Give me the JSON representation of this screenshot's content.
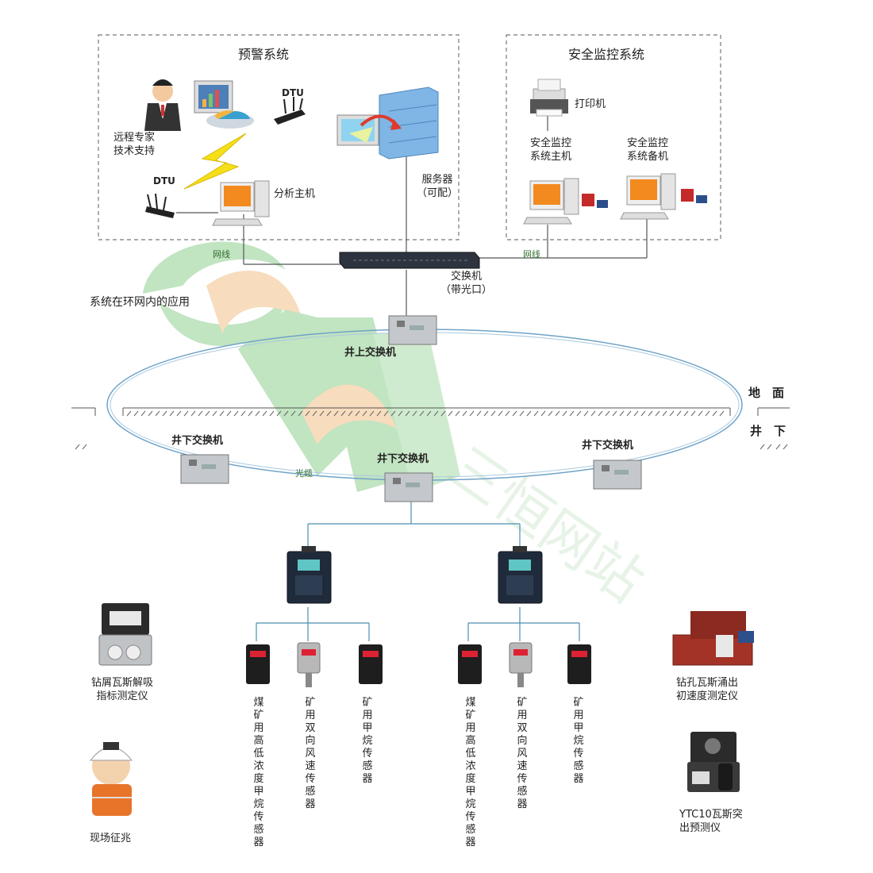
{
  "warning_system": {
    "title": "预警系统",
    "expert_label": "远程专家\n技术支持",
    "dtu_top": "DTU",
    "dtu_bottom": "DTU",
    "analysis_host": "分析主机",
    "server": "服务器\n（可配）"
  },
  "monitor_system": {
    "title": "安全监控系统",
    "printer": "打印机",
    "main_host": "安全监控\n系统主机",
    "backup_host": "安全监控\n系统备机"
  },
  "network": {
    "wire_left": "网线",
    "wire_right": "网线",
    "switch": "交换机\n（带光口）",
    "ring_title": "系统在环网内的应用",
    "surface_switch": "井上交换机",
    "ground_label": "地　面",
    "underground_label": "井　下",
    "fiber": "光缆",
    "underground_switch_left": "井下交换机",
    "underground_switch_center": "井下交换机",
    "underground_switch_right": "井下交换机"
  },
  "sensors": {
    "left_group": [
      "煤矿用高低浓度甲烷传感器",
      "矿用双向风速传感器",
      "矿用甲烷传感器"
    ],
    "right_group": [
      "煤矿用高低浓度甲烷传感器",
      "矿用双向风速传感器",
      "矿用甲烷传感器"
    ]
  },
  "instruments": {
    "drill_chip": "钻屑瓦斯解吸\n指标测定仪",
    "field_sign": "现场征兆",
    "borehole": "钻孔瓦斯涌出\n初速度测定仪",
    "ytc10": "YTC10瓦斯突\n出预测仪"
  },
  "colors": {
    "line": "#555555",
    "ring": "#6fa3c8",
    "box_border": "#777777",
    "fiber_label": "#2f6f2f",
    "watermark_green": "#8fcf8f",
    "watermark_orange": "#f2c08a"
  }
}
